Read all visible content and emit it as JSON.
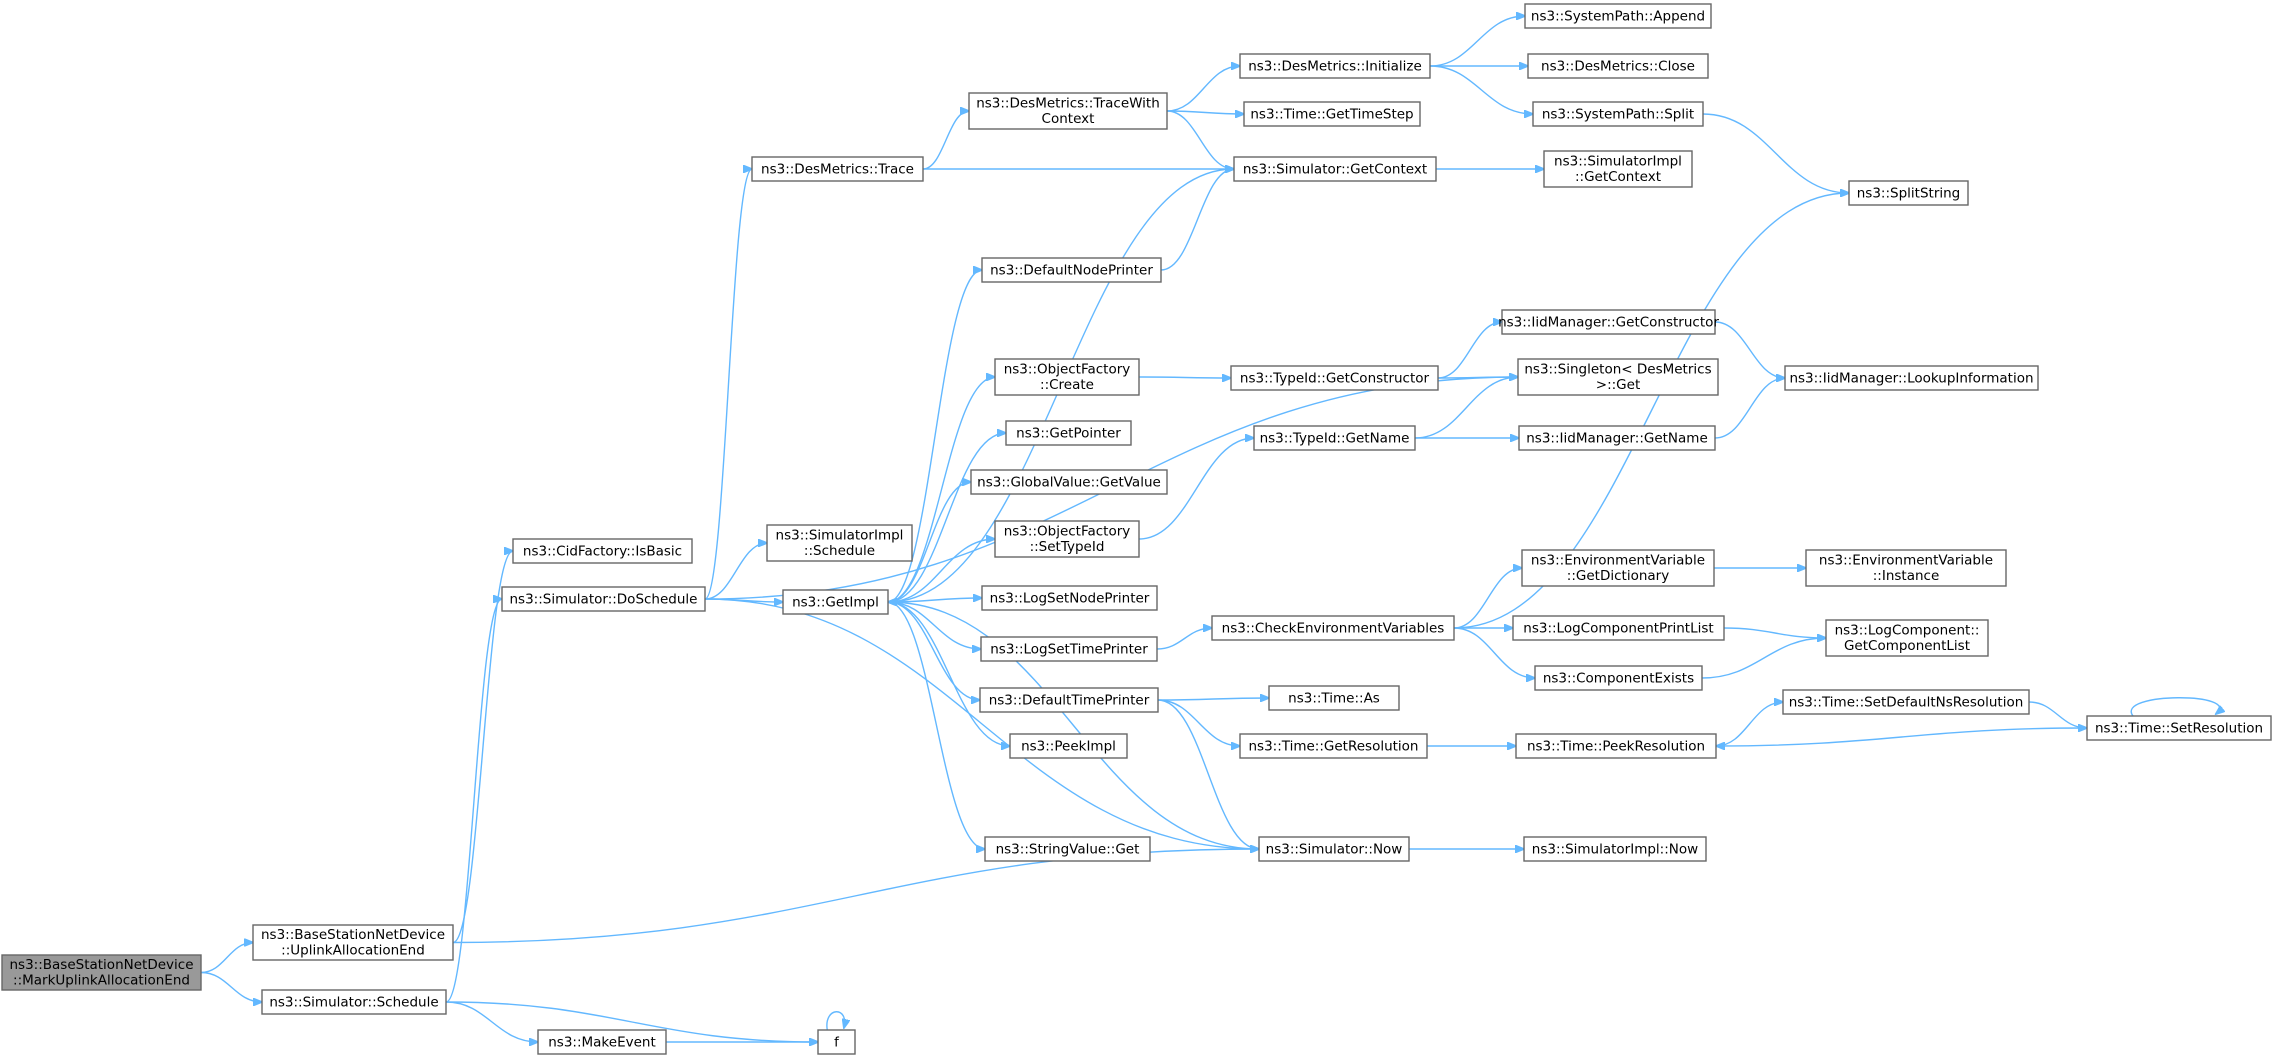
{
  "colors": {
    "edge": "#63b8ff",
    "root_fill": "#999999",
    "node_fill": "#ffffff",
    "node_border": "#666666"
  },
  "nodes": [
    {
      "id": "n0",
      "lines": [
        "ns3::BaseStationNetDevice",
        "::MarkUplinkAllocationEnd"
      ],
      "root": true
    },
    {
      "id": "n1",
      "lines": [
        "ns3::BaseStationNetDevice",
        "::UplinkAllocationEnd"
      ]
    },
    {
      "id": "n2",
      "lines": [
        "ns3::Simulator::Schedule"
      ]
    },
    {
      "id": "n3",
      "lines": [
        "ns3::CidFactory::IsBasic"
      ]
    },
    {
      "id": "n4",
      "lines": [
        "ns3::Simulator::DoSchedule"
      ]
    },
    {
      "id": "n5",
      "lines": [
        "ns3::MakeEvent"
      ]
    },
    {
      "id": "n6",
      "lines": [
        "f"
      ]
    },
    {
      "id": "n7",
      "lines": [
        "ns3::DesMetrics::Trace"
      ]
    },
    {
      "id": "n8",
      "lines": [
        "ns3::SimulatorImpl",
        "::Schedule"
      ]
    },
    {
      "id": "n9",
      "lines": [
        "ns3::GetImpl"
      ]
    },
    {
      "id": "n10",
      "lines": [
        "ns3::DesMetrics::TraceWith",
        "Context"
      ]
    },
    {
      "id": "n11",
      "lines": [
        "ns3::Simulator::GetContext"
      ]
    },
    {
      "id": "n12",
      "lines": [
        "ns3::DefaultNodePrinter"
      ]
    },
    {
      "id": "n13",
      "lines": [
        "ns3::ObjectFactory",
        "::Create"
      ]
    },
    {
      "id": "n14",
      "lines": [
        "ns3::GetPointer"
      ]
    },
    {
      "id": "n15",
      "lines": [
        "ns3::GlobalValue::GetValue"
      ]
    },
    {
      "id": "n16",
      "lines": [
        "ns3::ObjectFactory",
        "::SetTypeId"
      ]
    },
    {
      "id": "n17",
      "lines": [
        "ns3::LogSetNodePrinter"
      ]
    },
    {
      "id": "n18",
      "lines": [
        "ns3::LogSetTimePrinter"
      ]
    },
    {
      "id": "n19",
      "lines": [
        "ns3::DefaultTimePrinter"
      ]
    },
    {
      "id": "n20",
      "lines": [
        "ns3::PeekImpl"
      ]
    },
    {
      "id": "n21",
      "lines": [
        "ns3::StringValue::Get"
      ]
    },
    {
      "id": "n22",
      "lines": [
        "ns3::Simulator::Now"
      ]
    },
    {
      "id": "n23",
      "lines": [
        "ns3::DesMetrics::Initialize"
      ]
    },
    {
      "id": "n24",
      "lines": [
        "ns3::Time::GetTimeStep"
      ]
    },
    {
      "id": "n25",
      "lines": [
        "ns3::SystemPath::Append"
      ]
    },
    {
      "id": "n26",
      "lines": [
        "ns3::DesMetrics::Close"
      ]
    },
    {
      "id": "n27",
      "lines": [
        "ns3::SystemPath::Split"
      ]
    },
    {
      "id": "n28",
      "lines": [
        "ns3::SimulatorImpl",
        "::GetContext"
      ]
    },
    {
      "id": "n29",
      "lines": [
        "ns3::SplitString"
      ]
    },
    {
      "id": "n30",
      "lines": [
        "ns3::Singleton< DesMetrics",
        " >::Get"
      ]
    },
    {
      "id": "n31",
      "lines": [
        "ns3::TypeId::GetConstructor"
      ]
    },
    {
      "id": "n32",
      "lines": [
        "ns3::IidManager::GetConstructor"
      ]
    },
    {
      "id": "n33",
      "lines": [
        "ns3::IidManager::LookupInformation"
      ]
    },
    {
      "id": "n34",
      "lines": [
        "ns3::TypeId::GetName"
      ]
    },
    {
      "id": "n35",
      "lines": [
        "ns3::IidManager::GetName"
      ]
    },
    {
      "id": "n36",
      "lines": [
        "ns3::CheckEnvironmentVariables"
      ]
    },
    {
      "id": "n37",
      "lines": [
        "ns3::EnvironmentVariable",
        "::GetDictionary"
      ]
    },
    {
      "id": "n38",
      "lines": [
        "ns3::EnvironmentVariable",
        "::Instance"
      ]
    },
    {
      "id": "n39",
      "lines": [
        "ns3::LogComponentPrintList"
      ]
    },
    {
      "id": "n40",
      "lines": [
        "ns3::LogComponent::",
        "GetComponentList"
      ]
    },
    {
      "id": "n41",
      "lines": [
        "ns3::ComponentExists"
      ]
    },
    {
      "id": "n42",
      "lines": [
        "ns3::Time::As"
      ]
    },
    {
      "id": "n43",
      "lines": [
        "ns3::Time::GetResolution"
      ]
    },
    {
      "id": "n44",
      "lines": [
        "ns3::Time::PeekResolution"
      ]
    },
    {
      "id": "n45",
      "lines": [
        "ns3::Time::SetDefaultNsResolution"
      ]
    },
    {
      "id": "n46",
      "lines": [
        "ns3::Time::SetResolution"
      ]
    },
    {
      "id": "n47",
      "lines": [
        "ns3::SimulatorImpl::Now"
      ]
    }
  ],
  "edges": [
    [
      "n0",
      "n1"
    ],
    [
      "n0",
      "n2"
    ],
    [
      "n1",
      "n3"
    ],
    [
      "n1",
      "n22"
    ],
    [
      "n2",
      "n4"
    ],
    [
      "n2",
      "n5"
    ],
    [
      "n2",
      "n6"
    ],
    [
      "n5",
      "n6"
    ],
    [
      "n6",
      "n6"
    ],
    [
      "n4",
      "n7"
    ],
    [
      "n4",
      "n8"
    ],
    [
      "n4",
      "n9"
    ],
    [
      "n4",
      "n22"
    ],
    [
      "n4",
      "n30"
    ],
    [
      "n7",
      "n10"
    ],
    [
      "n7",
      "n11"
    ],
    [
      "n10",
      "n23"
    ],
    [
      "n10",
      "n24"
    ],
    [
      "n10",
      "n11"
    ],
    [
      "n23",
      "n25"
    ],
    [
      "n23",
      "n26"
    ],
    [
      "n23",
      "n27"
    ],
    [
      "n27",
      "n29"
    ],
    [
      "n11",
      "n28"
    ],
    [
      "n11",
      "n9"
    ],
    [
      "n12",
      "n11"
    ],
    [
      "n9",
      "n12"
    ],
    [
      "n9",
      "n13"
    ],
    [
      "n9",
      "n14"
    ],
    [
      "n9",
      "n15"
    ],
    [
      "n9",
      "n16"
    ],
    [
      "n9",
      "n17"
    ],
    [
      "n9",
      "n18"
    ],
    [
      "n9",
      "n19"
    ],
    [
      "n9",
      "n20"
    ],
    [
      "n9",
      "n21"
    ],
    [
      "n13",
      "n31"
    ],
    [
      "n31",
      "n32"
    ],
    [
      "n31",
      "n30"
    ],
    [
      "n32",
      "n33"
    ],
    [
      "n16",
      "n34"
    ],
    [
      "n34",
      "n30"
    ],
    [
      "n34",
      "n35"
    ],
    [
      "n35",
      "n33"
    ],
    [
      "n18",
      "n36"
    ],
    [
      "n36",
      "n29"
    ],
    [
      "n36",
      "n37"
    ],
    [
      "n36",
      "n39"
    ],
    [
      "n36",
      "n41"
    ],
    [
      "n37",
      "n38"
    ],
    [
      "n39",
      "n40"
    ],
    [
      "n41",
      "n40"
    ],
    [
      "n19",
      "n42"
    ],
    [
      "n19",
      "n43"
    ],
    [
      "n19",
      "n22"
    ],
    [
      "n43",
      "n44"
    ],
    [
      "n44",
      "n45"
    ],
    [
      "n45",
      "n46"
    ],
    [
      "n46",
      "n44"
    ],
    [
      "n46",
      "n46"
    ],
    [
      "n22",
      "n9"
    ],
    [
      "n22",
      "n47"
    ]
  ]
}
